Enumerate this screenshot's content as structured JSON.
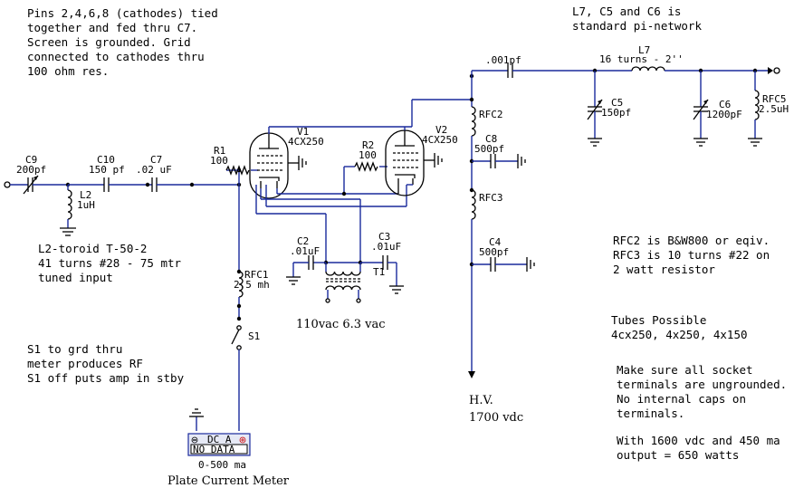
{
  "notes": {
    "cathodes": [
      "Pins 2,4,6,8 (cathodes) tied",
      "together and fed thru C7.",
      "Screen is grounded. Grid",
      "connected to cathodes thru",
      "100 ohm res."
    ],
    "pi_network": [
      "L7, C5 and C6 is",
      "standard pi-network"
    ],
    "l2": [
      "L2-toroid T-50-2",
      "41 turns #28 - 75 mtr",
      "tuned input"
    ],
    "s1": [
      "S1 to grd thru",
      "meter produces RF",
      "S1 off puts amp in stby"
    ],
    "rfc": [
      "RFC2 is B&W800 or eqiv.",
      "RFC3 is 10 turns #22 on",
      "2 watt resistor"
    ],
    "tubes": [
      "Tubes Possible",
      "4cx250, 4x250, 4x150"
    ],
    "sockets": [
      "Make sure all socket",
      "terminals are ungrounded.",
      "No internal caps on",
      "terminals."
    ],
    "output": [
      "With 1600 vdc and 450 ma",
      "output = 650 watts"
    ]
  },
  "components": {
    "c9": {
      "name": "C9",
      "value": "200pf"
    },
    "c10": {
      "name": "C10",
      "value": "150 pf"
    },
    "c7": {
      "name": "C7",
      "value": ".02 uF"
    },
    "l2": {
      "name": "L2",
      "value": "1uH"
    },
    "r1": {
      "name": "R1",
      "value": "100"
    },
    "r2": {
      "name": "R2",
      "value": "100"
    },
    "v1": {
      "name": "V1",
      "value": "4CX250"
    },
    "v2": {
      "name": "V2",
      "value": "4CX250"
    },
    "c2": {
      "name": "C2",
      "value": ".01uF"
    },
    "c3": {
      "name": "C3",
      "value": ".01uF"
    },
    "t1": {
      "name": "T1"
    },
    "rfc1": {
      "name": "RFC1",
      "value": "2.5 mh"
    },
    "s1": {
      "name": "S1"
    },
    "c1": {
      "value": ".001pf"
    },
    "rfc2": {
      "name": "RFC2"
    },
    "c8": {
      "name": "C8",
      "value": "500pf"
    },
    "rfc3": {
      "name": "RFC3"
    },
    "c4": {
      "name": "C4",
      "value": "500pf"
    },
    "l7": {
      "name": "L7",
      "value": "16 turns - 2''"
    },
    "c5": {
      "name": "C5",
      "value": "150pf"
    },
    "c6": {
      "name": "C6",
      "value": "1200pF"
    },
    "rfc5": {
      "name": "RFC5",
      "value": "2.5uH"
    }
  },
  "transformer_label": "110vac 6.3 vac",
  "hv": [
    "H.V.",
    "1700 vdc"
  ],
  "meter": {
    "title": "DC A",
    "display": "NO DATA",
    "range": "0-500 ma",
    "caption": "Plate Current Meter"
  }
}
